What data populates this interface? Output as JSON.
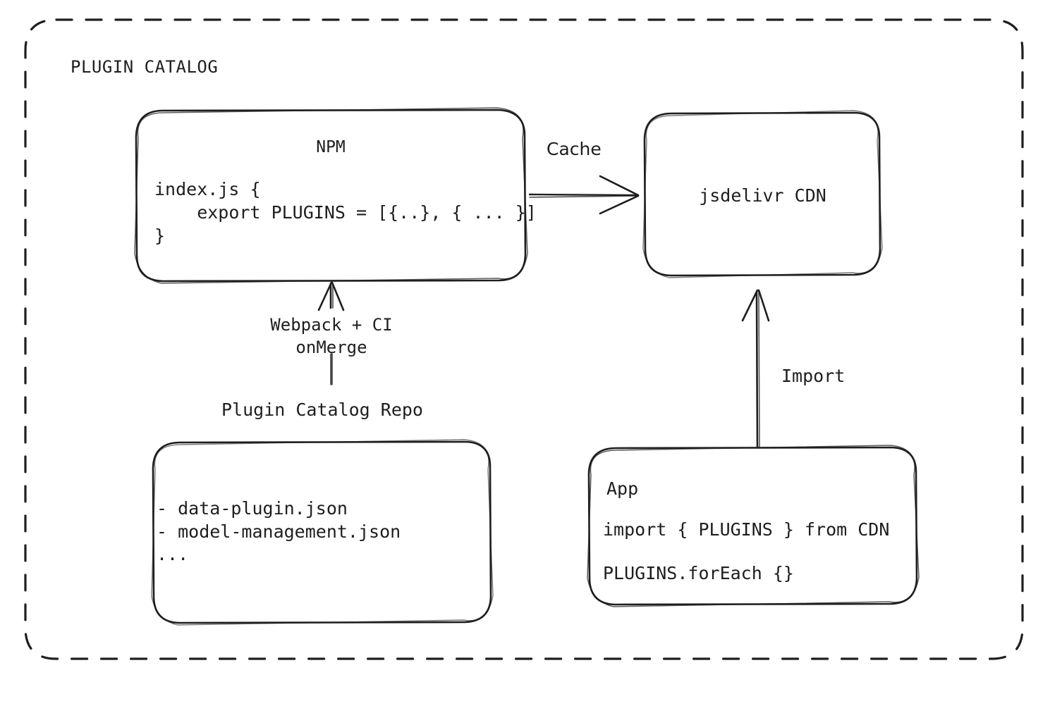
{
  "diagram": {
    "title": "PLUGIN CATALOG",
    "style": {
      "stroke": "#1e1e1e",
      "background": "#ffffff",
      "border_style": "dashed-rounded"
    },
    "nodes": {
      "npm": {
        "name": "NPM",
        "code": "index.js {\n    export PLUGINS = [{..}, { ... }]\n}"
      },
      "cdn": {
        "name": "jsdelivr CDN"
      },
      "repo": {
        "caption": "Plugin Catalog Repo",
        "files": "- data-plugin.json\n- model-management.json\n..."
      },
      "app": {
        "name": "App",
        "line1": "import { PLUGINS } from CDN",
        "line2": "PLUGINS.forEach {}"
      }
    },
    "edges": {
      "npm_to_cdn": {
        "label": "Cache",
        "from": "npm",
        "to": "cdn",
        "direction": "right"
      },
      "repo_to_npm": {
        "label": "Webpack + CI\nonMerge",
        "from": "repo",
        "to": "npm",
        "direction": "up"
      },
      "app_to_cdn": {
        "label": "Import",
        "from": "app",
        "to": "cdn",
        "direction": "up"
      }
    }
  }
}
